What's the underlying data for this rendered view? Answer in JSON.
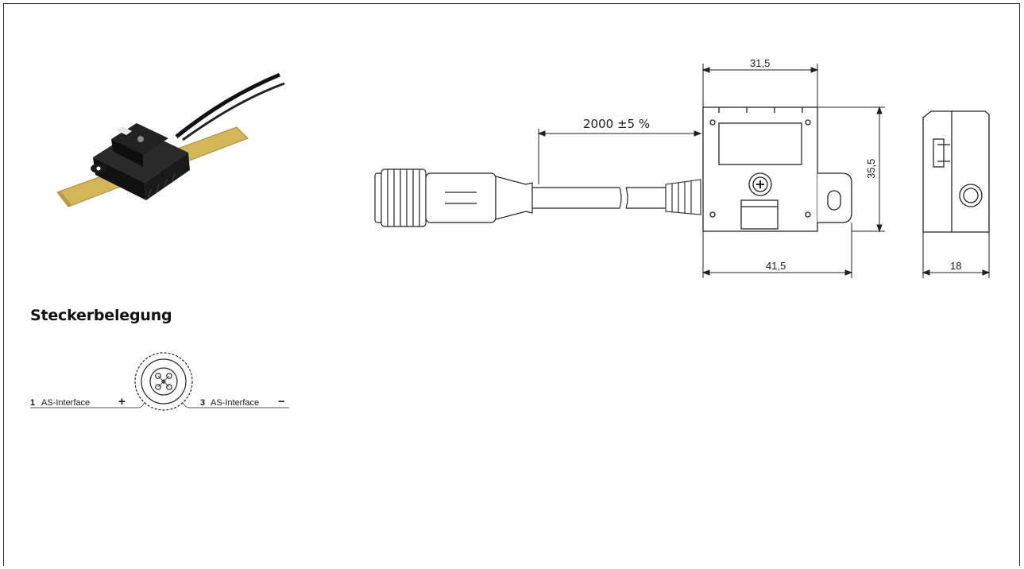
{
  "heading": "Steckerbelegung",
  "dimensions": {
    "cable_length": "2000 ±5 %",
    "top_width": "31,5",
    "height": "35,5",
    "bottom_width": "41,5",
    "depth": "18"
  },
  "pins": {
    "left_num": "1",
    "left_label": "AS-Interface",
    "left_sign": "+",
    "right_num": "3",
    "right_label": "AS-Interface",
    "right_sign": "−"
  },
  "colors": {
    "tape": "#d4b65a",
    "housing": "#1c1c1c",
    "line": "#222222"
  }
}
